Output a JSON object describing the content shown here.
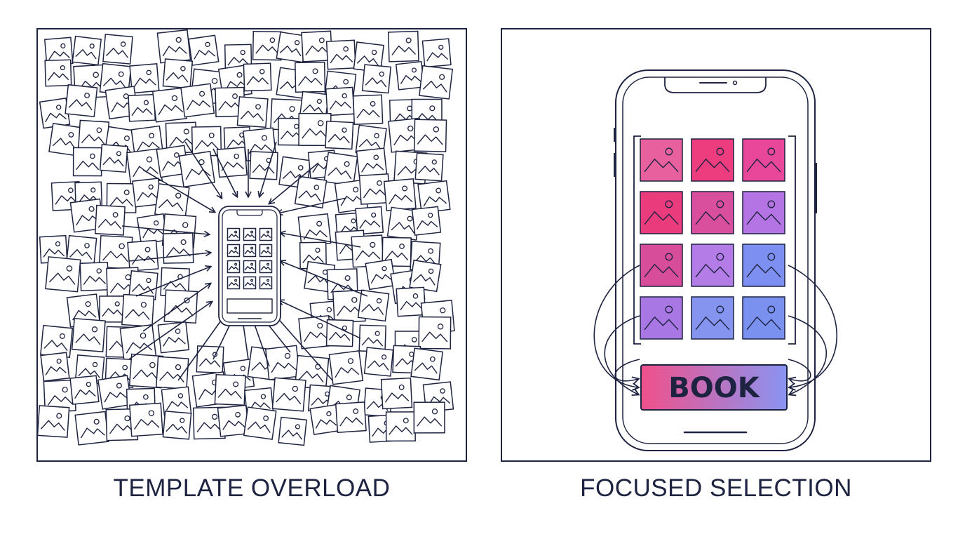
{
  "left_panel": {
    "caption": "TEMPLATE OVERLOAD",
    "icon_name": "image-placeholder-icon",
    "stroke_color": "#1d2340"
  },
  "right_panel": {
    "caption": "FOCUSED SELECTION",
    "grid_rows": 4,
    "grid_cols": 3,
    "tile_colors": [
      [
        "#e8619e",
        "#ee3d7e",
        "#e8479a"
      ],
      [
        "#ea3c7c",
        "#d94f9e",
        "#b574e3"
      ],
      [
        "#d84d9a",
        "#b47ce6",
        "#7d8ff0"
      ],
      [
        "#a977e4",
        "#8594ee",
        "#7b91f0"
      ]
    ],
    "button_label": "BOOK",
    "button_gradient": [
      "#f0508a",
      "#8a94f2"
    ]
  }
}
